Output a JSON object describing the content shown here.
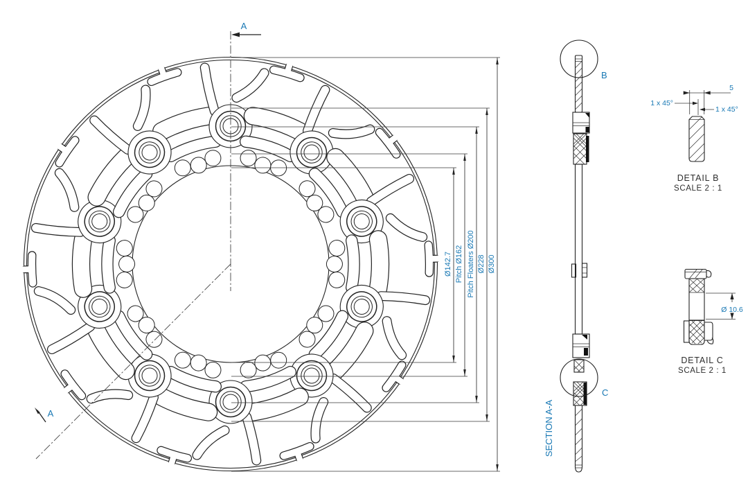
{
  "colors": {
    "annotation_blue": "#1878b4",
    "line_black": "#222222",
    "background": "#ffffff"
  },
  "main_view": {
    "dim_labels": [
      "Ø142.7",
      "Pitch Ø162",
      "Pitch Floaters Ø200",
      "Ø228",
      "Ø300"
    ],
    "section_arrow_top": "A",
    "section_arrow_bottom": "A"
  },
  "section_view": {
    "title": "SECTION A-A",
    "detail_marker_b": "B",
    "detail_marker_c": "C"
  },
  "detail_b": {
    "title": "DETAIL B",
    "scale": "SCALE 2 : 1",
    "dim_thickness": "5",
    "dim_chamfer_left": "1 x 45°",
    "dim_chamfer_right": "1 x 45°"
  },
  "detail_c": {
    "title": "DETAIL C",
    "scale": "SCALE 2 : 1",
    "dim_bore": "Ø 10.6"
  }
}
